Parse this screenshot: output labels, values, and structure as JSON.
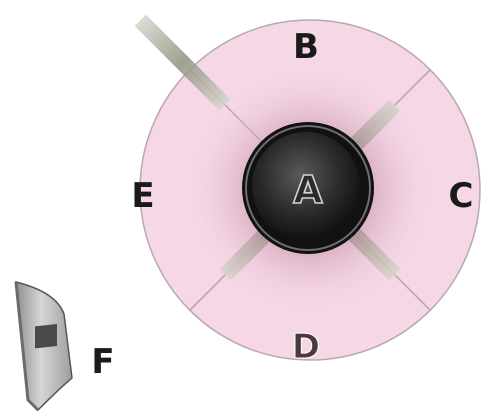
{
  "labels": {
    "center": "A",
    "top": "B",
    "right": "C",
    "bottom": "D",
    "left": "E",
    "side": "F"
  },
  "colors": {
    "sector_fill": "#f6d7e6",
    "sector_stroke": "#b9a7b0",
    "glow": "#c89aae",
    "spoke": "#9a9c8c",
    "knob": "#2a2a2a",
    "knob_ring": "#6d6d6d",
    "center_letter": "#cfcfcf",
    "side_panel": "#bdbdbd"
  }
}
